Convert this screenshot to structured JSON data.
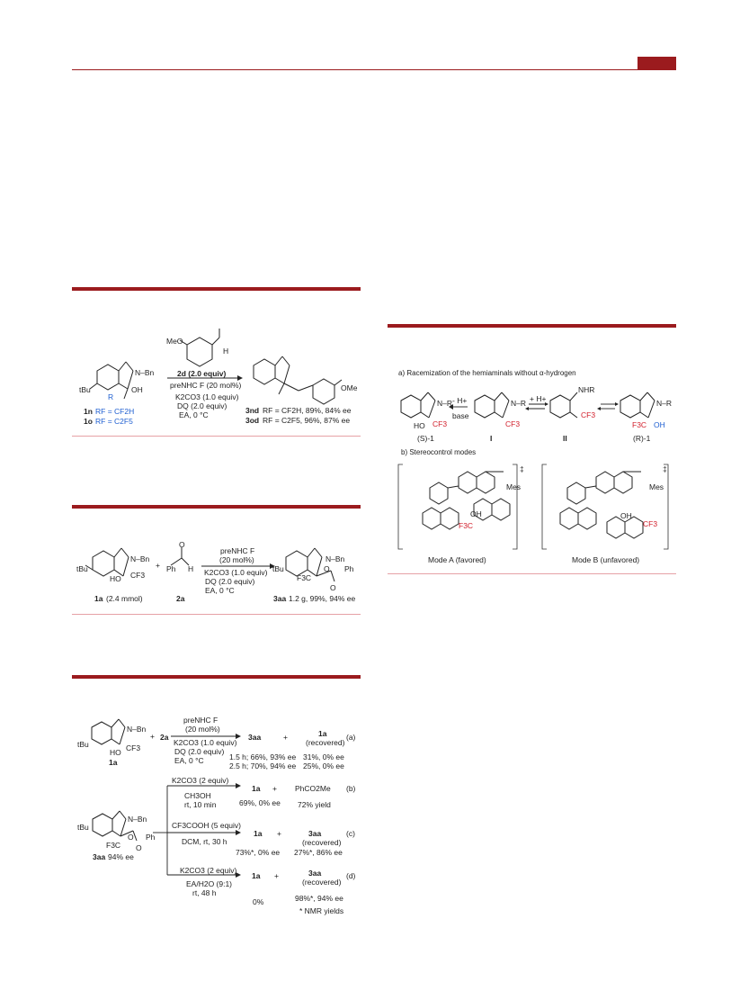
{
  "scheme1": {
    "reagent_top": "MeO",
    "aldehyde_h": "H",
    "sub_tbu": "tBu",
    "sub_nbn": "N–Bn",
    "sub_oh": "OH",
    "sub_rf": "R",
    "cond1": "2d (2.0 equiv)",
    "cond2": "preNHC F (20 mol%)",
    "cond3": "K2CO3 (1.0 equiv)",
    "cond4": "DQ (2.0 equiv)",
    "cond5": "EA, 0 °C",
    "sub_label_1n": "1n",
    "sub_rf_1n": "RF = CF2H",
    "sub_label_1o": "1o",
    "sub_rf_1o": "RF = C2F5",
    "prod_ome": "OMe",
    "prod_3nd": "3nd",
    "prod_3nd_rest": "RF = CF2H, 89%, 84% ee",
    "prod_3od": "3od",
    "prod_3od_rest": "RF = C2F5, 96%, 87% ee"
  },
  "scheme2": {
    "plus": "+",
    "ph": "Ph",
    "h": "H",
    "cond1": "preNHC F",
    "cond2": "(20 mol%)",
    "cond3": "K2CO3 (1.0 equiv)",
    "cond4": "DQ (2.0 equiv)",
    "cond5": "EA, 0 °C",
    "sub_label": "1a",
    "sub_amount": "(2.4 mmol)",
    "aldehyde_label": "2a",
    "prod_label": "3aa",
    "prod_result": "1.2 g, 99%, 94% ee",
    "nbn": "N–Bn",
    "ho": "HO",
    "cf3": "CF3",
    "f3c": "F3C",
    "oph": "O",
    "ph2": "Ph",
    "o": "O",
    "tbu": "tBu"
  },
  "scheme3": {
    "row_a": {
      "plus": "+",
      "reagent": "2a",
      "cond1": "preNHC F",
      "cond2": "(20 mol%)",
      "cond3": "K2CO3 (1.0 equiv)",
      "cond4": "DQ (2.0 equiv)",
      "cond5": "EA, 0 °C",
      "product": "3aa",
      "plus2": "+",
      "recovered": "1a",
      "recovered_note": "(recovered)",
      "tag": "(a)",
      "res1": "1.5 h; 66%, 93% ee",
      "res2": "2.5 h; 70%, 94% ee",
      "rec1": "31%, 0% ee",
      "rec2": "25%, 0% ee",
      "sub_label": "1a"
    },
    "row_b": {
      "cond1": "K2CO3 (2 equiv)",
      "cond2": "CH3OH",
      "cond3": "rt, 10 min",
      "product": "1a",
      "plus": "+",
      "other": "PhCO2Me",
      "res1": "69%, 0% ee",
      "res2": "72% yield",
      "tag": "(b)"
    },
    "row_c": {
      "cond1": "CF3COOH (5 equiv)",
      "cond2": "DCM, rt, 30 h",
      "product": "1a",
      "plus": "+",
      "other": "3aa",
      "other_note": "(recovered)",
      "res1": "73%*, 0% ee",
      "res2": "27%*, 86% ee",
      "tag": "(c)"
    },
    "row_d": {
      "cond1": "K2CO3 (2 equiv)",
      "cond2": "EA/H2O (9:1)",
      "cond3": "rt, 48 h",
      "product": "1a",
      "plus": "+",
      "other": "3aa",
      "other_note": "(recovered)",
      "res1": "0%",
      "res2": "98%*, 94% ee",
      "tag": "(d)"
    },
    "sub2_label": "3aa",
    "sub2_ee": "94% ee",
    "footnote": "* NMR yields"
  },
  "scheme4": {
    "part_a": "a) Racemization of the hemiaminals without α-hydrogen",
    "h_minus": "- H+",
    "base": "base",
    "h_plus": "+ H+",
    "s1": "(S)-1",
    "i": "I",
    "ii": "II",
    "r1": "(R)-1",
    "nr": "N–R",
    "nhr": "NHR",
    "cf3": "CF3",
    "f3c": "F3C",
    "oh": "OH",
    "ho": "HO",
    "part_b": "b) Stereocontrol modes",
    "mes": "Mes",
    "mode_a": "Mode A (favored)",
    "mode_b": "Mode B (unfavored)",
    "dagger": "‡"
  }
}
